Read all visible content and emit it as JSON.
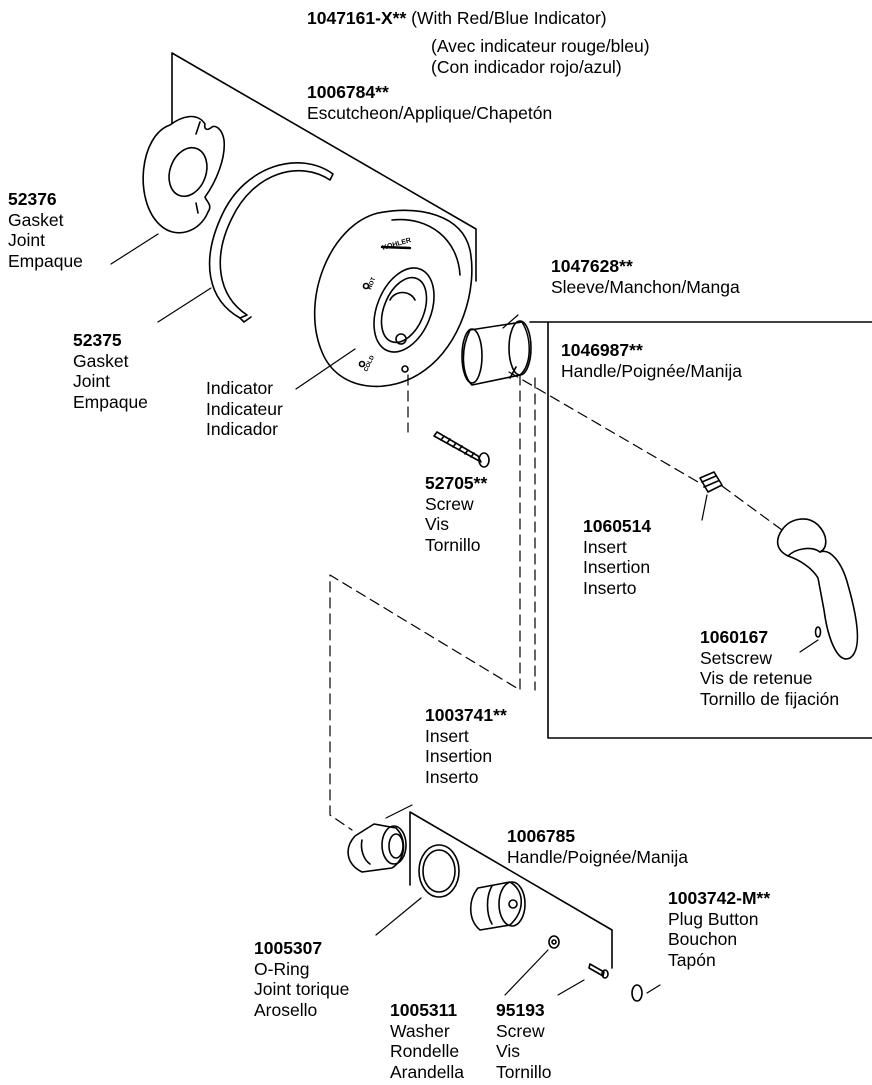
{
  "parts": {
    "indicator_escutcheon": {
      "part_number": "1047161-X**",
      "lines": [
        "(With Red/Blue Indicator)",
        "(Avec indicateur rouge/bleu)",
        "(Con indicador rojo/azul)"
      ]
    },
    "escutcheon": {
      "part_number": "1006784**",
      "lines": [
        "Escutcheon/Applique/Chapetón"
      ]
    },
    "gasket_small": {
      "part_number": "52376",
      "lines": [
        "Gasket",
        "Joint",
        "Empaque"
      ]
    },
    "gasket_ring": {
      "part_number": "52375",
      "lines": [
        "Gasket",
        "Joint",
        "Empaque"
      ]
    },
    "indicator": {
      "lines": [
        "Indicator",
        "Indicateur",
        "Indicador"
      ]
    },
    "sleeve": {
      "part_number": "1047628**",
      "lines": [
        "Sleeve/Manchon/Manga"
      ]
    },
    "handle_kit": {
      "part_number": "1046987**",
      "lines": [
        "Handle/Poignée/Manija"
      ]
    },
    "screw_long": {
      "part_number": "52705**",
      "lines": [
        "Screw",
        "Vis",
        "Tornillo"
      ]
    },
    "insert_small": {
      "part_number": "1060514",
      "lines": [
        "Insert",
        "Insertion",
        "Inserto"
      ]
    },
    "setscrew": {
      "part_number": "1060167",
      "lines": [
        "Setscrew",
        "Vis de retenue",
        "Tornillo de fijación"
      ]
    },
    "insert_large": {
      "part_number": "1003741**",
      "lines": [
        "Insert",
        "Insertion",
        "Inserto"
      ]
    },
    "handle_knob": {
      "part_number": "1006785",
      "lines": [
        "Handle/Poignée/Manija"
      ]
    },
    "plug_button": {
      "part_number": "1003742-M**",
      "lines": [
        "Plug Button",
        "Bouchon",
        "Tapón"
      ]
    },
    "o_ring": {
      "part_number": "1005307",
      "lines": [
        "O-Ring",
        "Joint torique",
        "Arosello"
      ]
    },
    "washer": {
      "part_number": "1005311",
      "lines": [
        "Washer",
        "Rondelle",
        "Arandella"
      ]
    },
    "screw_short": {
      "part_number": "95193",
      "lines": [
        "Screw",
        "Vis",
        "Tornillo"
      ]
    }
  },
  "escutcheon_markings": {
    "brand": "KOHLER",
    "hot": "HOT",
    "cold": "COLD"
  }
}
